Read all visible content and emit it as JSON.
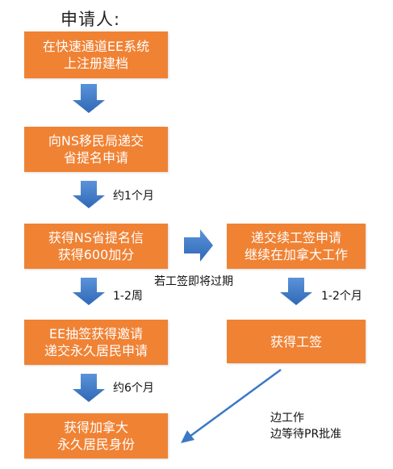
{
  "title": "申请人:",
  "colors": {
    "box": "#f08234",
    "arrow": "#3b78c8"
  },
  "boxes": {
    "register": [
      "在快速通道EE系统",
      "上注册建档"
    ],
    "nominate_apply": [
      "向NS移民局递交",
      "省提名申请"
    ],
    "nominate_get": [
      "获得NS省提名信",
      "获得600加分"
    ],
    "ita": [
      "EE抽签获得邀请",
      "递交永久居民申请"
    ],
    "pr": [
      "获得加拿大",
      "永久居民身份"
    ],
    "work_permit_apply": [
      "递交续工签申请",
      "继续在加拿大工作"
    ],
    "work_permit_get": [
      "获得工签"
    ]
  },
  "labels": {
    "wait_nominate": "约1个月",
    "wait_ita": "1-2周",
    "wait_pr": "约6个月",
    "permit_expiring": "若工签即将过期",
    "wait_permit": "1-2个月",
    "work_while_waiting_1": "边工作",
    "work_while_waiting_2": "边等待PR批准"
  },
  "icons": [
    "down-arrow-icon",
    "right-arrow-icon",
    "diagonal-arrow-icon"
  ]
}
